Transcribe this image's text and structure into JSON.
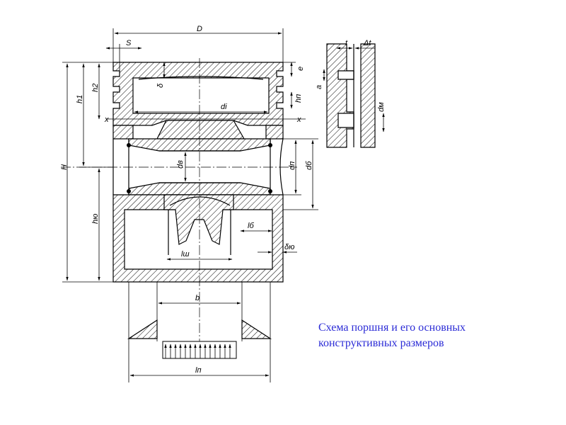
{
  "caption": {
    "line1": "Схема поршня и его основных",
    "line2": "конструктивных размеров"
  },
  "labels": {
    "D": "D",
    "S": "S",
    "delta": "δ",
    "e": "e",
    "h1": "h1",
    "h2": "h2",
    "H": "H",
    "hyu": "hю",
    "hp": "hп",
    "x_left": "x",
    "x_right": "x",
    "di": "di",
    "dv": "dв",
    "dp": "dп",
    "db": "dб",
    "lb": "lб",
    "lsh": "lш",
    "delta_yu": "δю",
    "b": "b",
    "lp": "lп",
    "t": "t",
    "delta_t": "Δt",
    "a": "a",
    "dm": "dм"
  }
}
